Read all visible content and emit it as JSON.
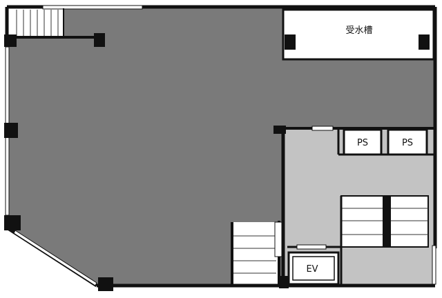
{
  "labels": {
    "water_tank": "受水槽",
    "pipe_shaft_left": "PS",
    "pipe_shaft_right": "PS",
    "elevator": "EV"
  },
  "colors": {
    "floor_main": "#7a7a7a",
    "floor_core": "#c3c3c3",
    "wall": "#111111",
    "background": "#ffffff"
  }
}
